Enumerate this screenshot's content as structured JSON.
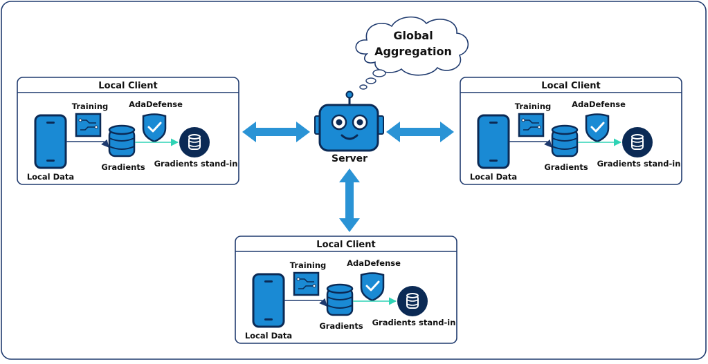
{
  "colors": {
    "frame": "#1f3a6e",
    "primary_blue": "#1a8ad4",
    "dark_navy": "#0b2a55",
    "arrow_blue": "#2a93d5",
    "teal_arrow": "#2fd3b5",
    "panel_border": "#1f3a6e"
  },
  "cloud": {
    "line1": "Global",
    "line2": "Aggregation"
  },
  "server": {
    "label": "Server",
    "icon": "robot-icon"
  },
  "clients": [
    {
      "title": "Local Client",
      "training_label": "Training",
      "defense_label": "AdaDefense",
      "gradients_label": "Gradients",
      "standin_label": "Gradients stand-in",
      "local_data_label": "Local Data"
    },
    {
      "title": "Local Client",
      "training_label": "Training",
      "defense_label": "AdaDefense",
      "gradients_label": "Gradients",
      "standin_label": "Gradients stand-in",
      "local_data_label": "Local Data"
    },
    {
      "title": "Local Client",
      "training_label": "Training",
      "defense_label": "AdaDefense",
      "gradients_label": "Gradients",
      "standin_label": "Gradients stand-in",
      "local_data_label": "Local Data"
    }
  ]
}
